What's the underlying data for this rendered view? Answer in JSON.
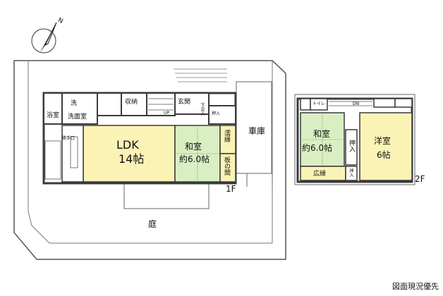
{
  "compass": {
    "north_label": "N"
  },
  "floor1": {
    "label": "1F",
    "rooms": {
      "ldk_name": "LDK",
      "ldk_size": "14帖",
      "washitsu_name": "和室",
      "washitsu_size": "約6.0帖",
      "bath": "浴室",
      "laundry": "洗",
      "washroom": "洗面室",
      "storage": "収納",
      "entrance": "玄関",
      "closet": "押入",
      "veranda": "濡縁",
      "wood_floor": "板の間",
      "up_marker": "UP",
      "shoe_box": "下足入",
      "garage": "車庫",
      "garden": "庭",
      "side_door": "勝手口"
    }
  },
  "floor2": {
    "label": "2F",
    "rooms": {
      "washitsu_name": "和室",
      "washitsu_size": "約6.0帖",
      "youshitsu_name": "洋室",
      "youshitsu_size": "6帖",
      "closet": "押入",
      "closet_small": "押入",
      "engawa": "広縁",
      "dn_marker": "DN",
      "toilet": "トイレ"
    }
  },
  "footer": {
    "note": "図面現況優先"
  },
  "colors": {
    "tatami": "#d9efc3",
    "wood": "#fbf3b6",
    "wall": "#3a3a3a",
    "site": "#555555"
  }
}
